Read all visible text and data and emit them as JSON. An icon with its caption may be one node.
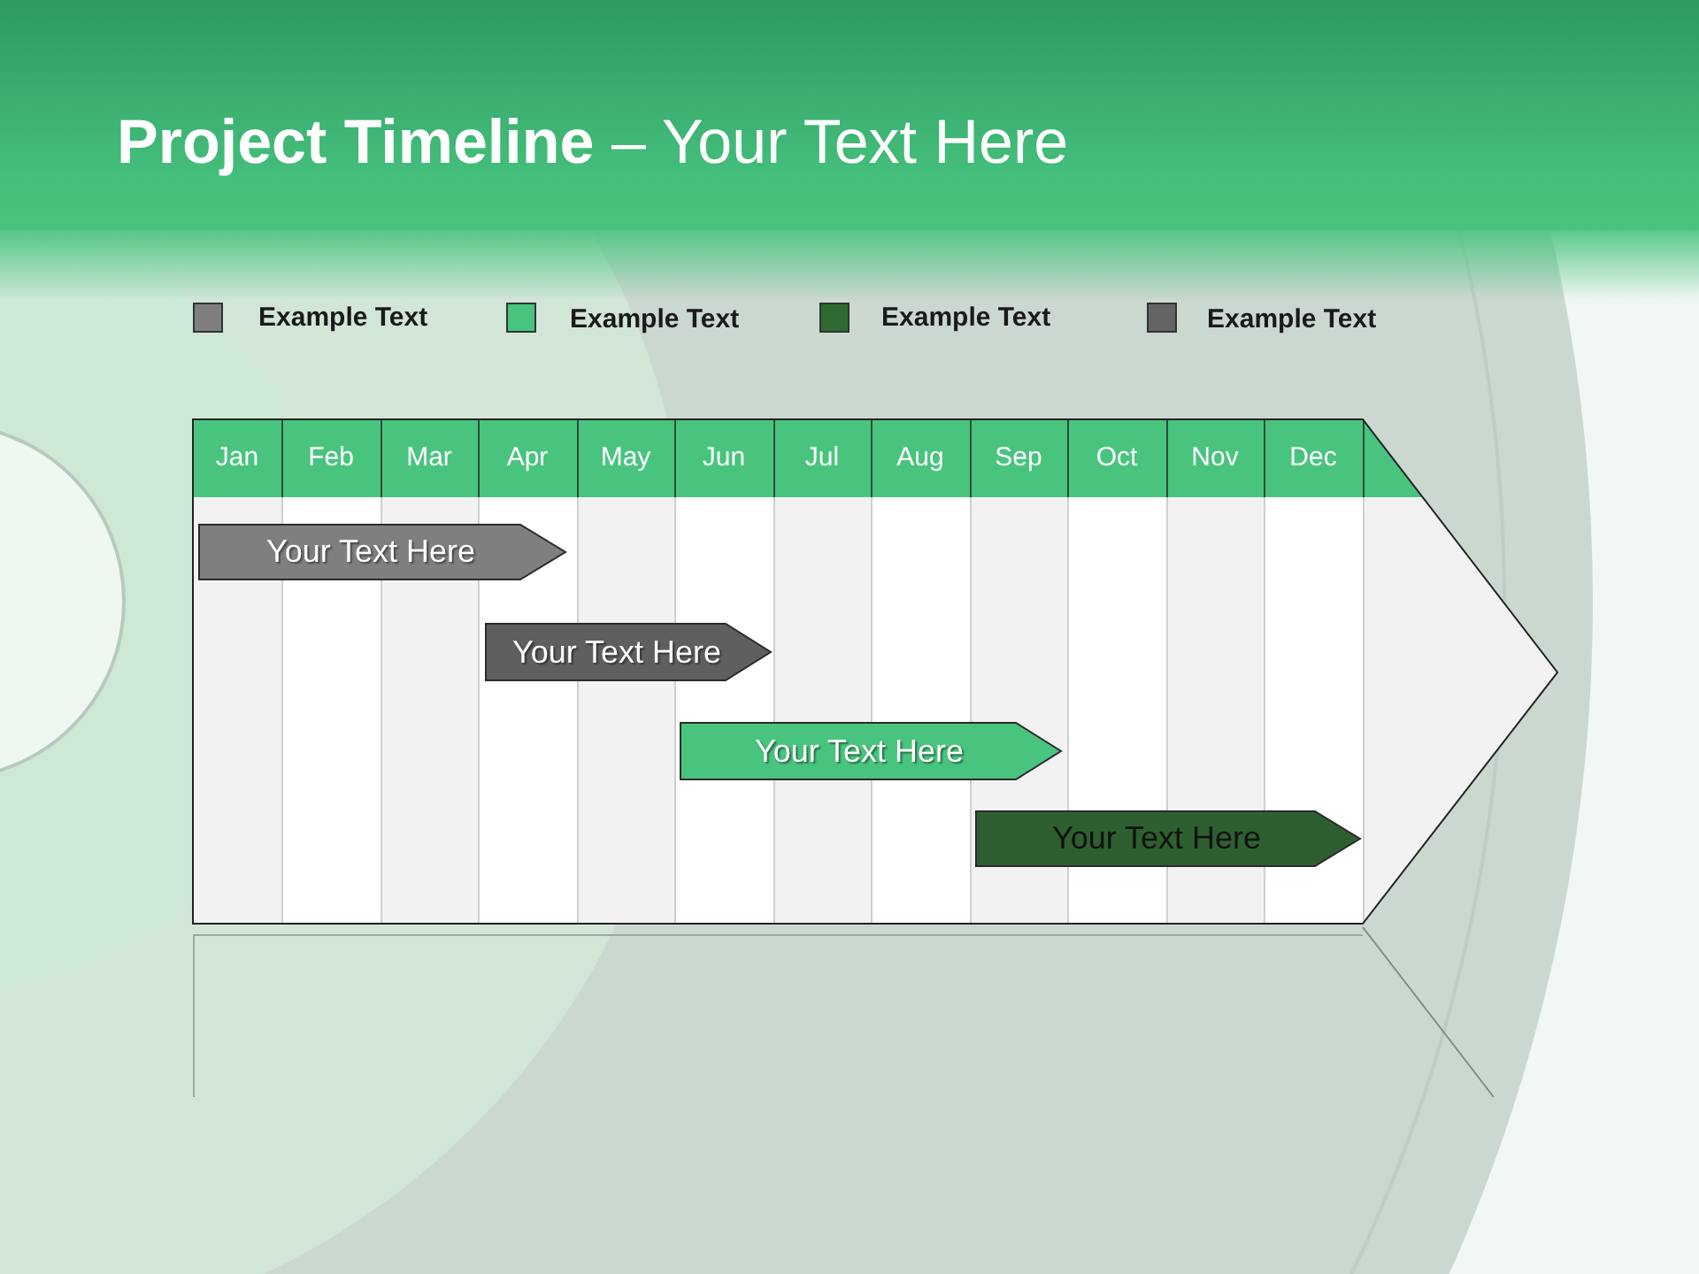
{
  "diagram": {
    "title": "**Project Timeline** – Your Text Here",
    "nodes": [
      {
        "text": [
          "Your Text Here"
        ]
      },
      {
        "text": [
          "Your Text Here"
        ]
      },
      {
        "text": [
          "Your Text Here"
        ]
      },
      {
        "text": [
          "Your Text Here"
        ]
      }
    ],
    "edges": [],
    "labels": [
      "Jan",
      "Feb",
      "Mar",
      "Apr",
      "May",
      "Jun",
      "Jul",
      "Aug",
      "Sep",
      "Oct",
      "Nov",
      "Dec"
    ],
    "legend": [
      {
        "text": "Example Text",
        "color": "#7f7f7f"
      },
      {
        "text": "Example Text",
        "color": "#48c47e"
      },
      {
        "text": "Example Text",
        "color": "#2e6b33"
      },
      {
        "text": "Example Text",
        "color": "#646464"
      }
    ]
  }
}
